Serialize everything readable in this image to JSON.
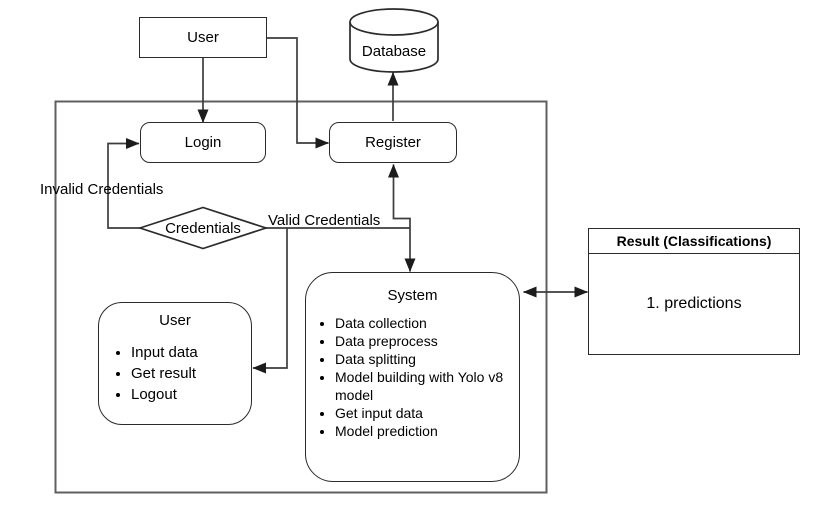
{
  "colors": {
    "background": "#ffffff",
    "connector": "#3d3d3d",
    "boundary": "#5f5f5f",
    "shape_border": "#2b2b2b",
    "text": "#000000"
  },
  "nodes": {
    "user_top": {
      "label": "User"
    },
    "database": {
      "label": "Database"
    },
    "login": {
      "label": "Login"
    },
    "register": {
      "label": "Register"
    },
    "credentials": {
      "label": "Credentials"
    },
    "user_detail": {
      "title": "User",
      "items": [
        "Input data",
        "Get result",
        "Logout"
      ]
    },
    "system": {
      "title": "System",
      "items": [
        "Data collection",
        "Data preprocess",
        "Data splitting",
        "Model building with Yolo v8 model",
        "Get input data",
        "Model prediction"
      ]
    },
    "result": {
      "header": "Result (Classifications)",
      "body": "1. predictions"
    }
  },
  "edge_labels": {
    "invalid": "Invalid Credentials",
    "valid": "Valid Credentials"
  }
}
